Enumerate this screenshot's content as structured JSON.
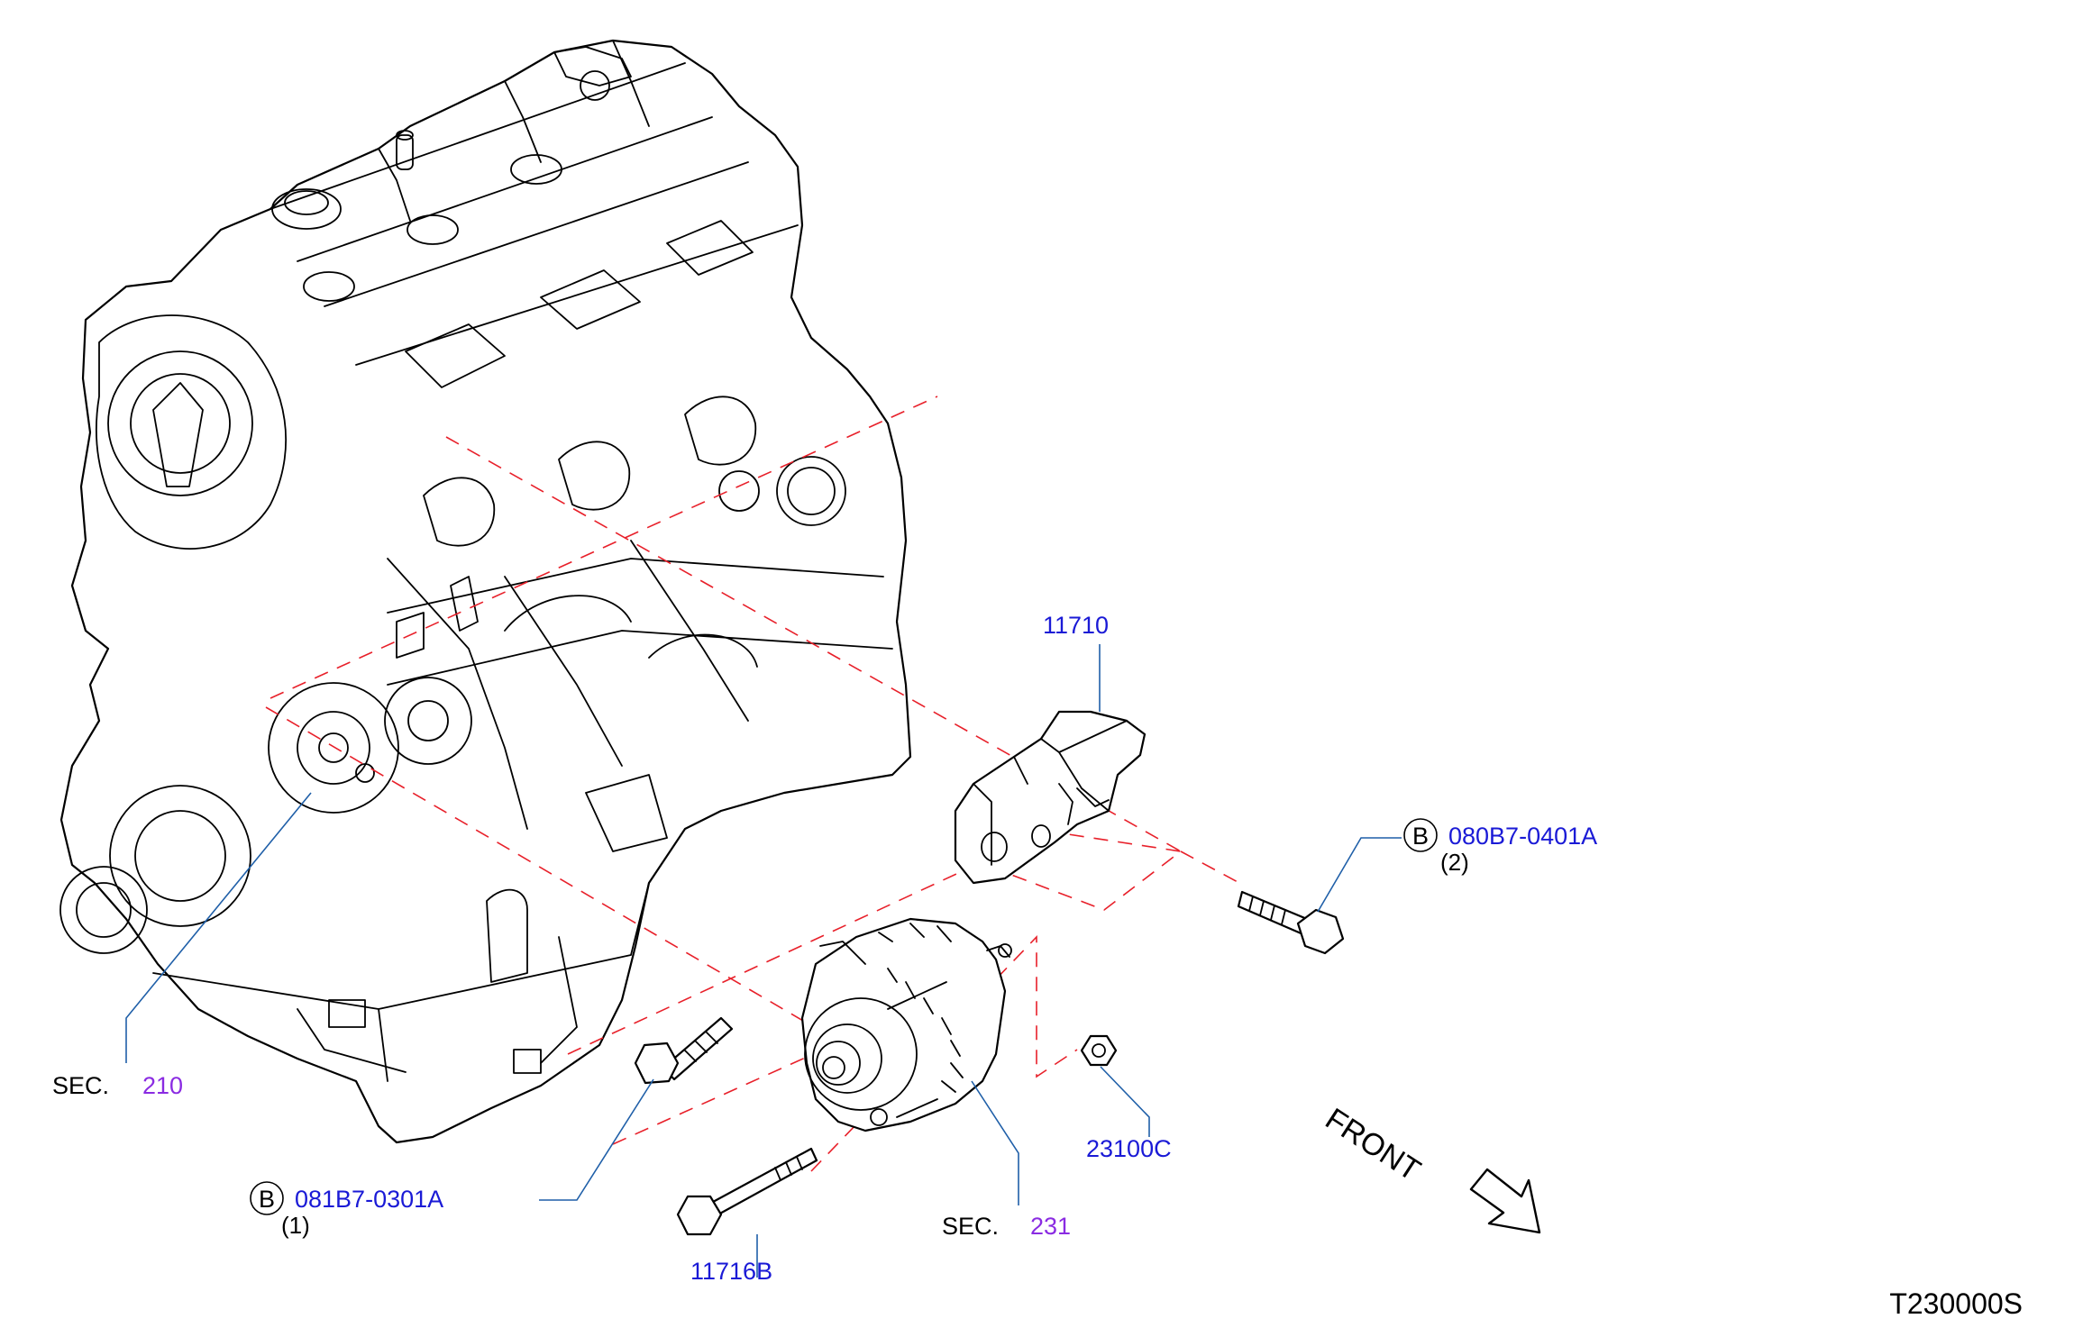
{
  "parts": {
    "p11710": "11710",
    "p11716b": "11716B",
    "p23100c": "23100C"
  },
  "bolts": {
    "b080": {
      "marker": "B",
      "number": "080B7-0401A",
      "qty": "(2)"
    },
    "b081": {
      "marker": "B",
      "number": "081B7-0301A",
      "qty": "(1)"
    }
  },
  "sections": {
    "s210": {
      "label": "SEC.",
      "number": "210"
    },
    "s231": {
      "label": "SEC.",
      "number": "231"
    }
  },
  "front_label": "FRONT",
  "figure_code": "T230000S",
  "colors": {
    "part_number": "#1a1ad6",
    "section_number": "#8a2be2",
    "leader_line": "#1f5fa8",
    "dashed_line": "#e8202a",
    "drawing": "#000000"
  }
}
